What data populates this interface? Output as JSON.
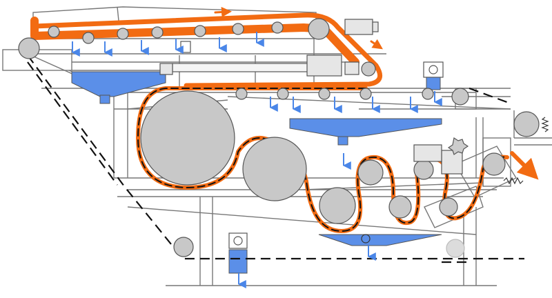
{
  "diagram": {
    "kind": "belt-filter-press-schematic",
    "colors": {
      "frame": "#777777",
      "frame_dark": "#333333",
      "roller_fill": "#c8c8c8",
      "roller_stroke": "#555555",
      "sludge": "#f26b12",
      "filtrate": "#5b8fe8",
      "filtrate_arrow": "#4a86e8",
      "belt": "#111111",
      "background": "#ffffff"
    },
    "arrows": {
      "feed_direction": "right-arrow",
      "discharge_direction": "down-right-arrow",
      "filtrate_drip": "down-arrow"
    },
    "icons": [
      "roller",
      "motor",
      "pump",
      "tension-spring",
      "drive-gear"
    ]
  }
}
